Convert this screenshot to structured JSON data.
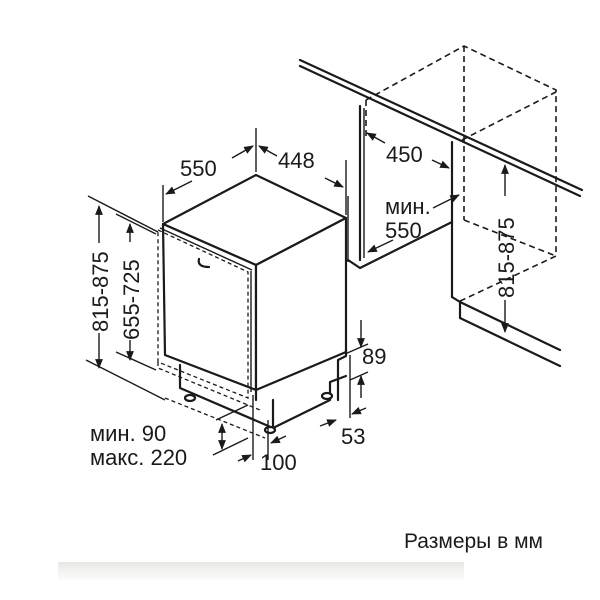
{
  "diagram": {
    "subject": "Built-in dishwasher installation dimensions",
    "dimensions": {
      "depth": "550",
      "width": "448",
      "niche_width": "450",
      "niche_depth_label_line1": "мин.",
      "niche_depth_label_line2": "550",
      "niche_height": "815-875",
      "appliance_height": "815-875",
      "door_height": "655-725",
      "plinth_height_top": "89",
      "plinth_depth": "53",
      "plinth_offset": "100",
      "plinth_min_label": "мин. 90",
      "plinth_max_label": "макс. 220"
    },
    "caption": "Размеры в мм",
    "colors": {
      "line": "#1a1a1a",
      "background": "#ffffff"
    }
  }
}
